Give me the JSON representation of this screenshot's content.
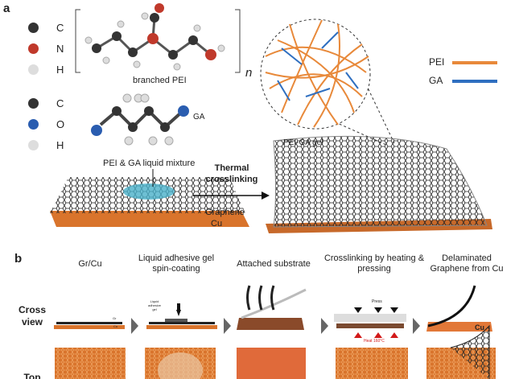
{
  "panel_a": {
    "label": "a",
    "pei_legend": [
      {
        "symbol": "C",
        "color": "#333333"
      },
      {
        "symbol": "N",
        "color": "#c0392b"
      },
      {
        "symbol": "H",
        "color": "#dddddd"
      }
    ],
    "pei_caption": "branched PEI",
    "repeat_index": "n",
    "ga_legend": [
      {
        "symbol": "C",
        "color": "#333333"
      },
      {
        "symbol": "O",
        "color": "#2a5db0"
      },
      {
        "symbol": "H",
        "color": "#dddddd"
      }
    ],
    "ga_caption": "GA",
    "mixture_label": "PEI & GA liquid mixture",
    "graphene_label": "Graphene",
    "cu_label": "Cu",
    "process_label": "Thermal crosslinking",
    "gel_label": "PEI-GA gel",
    "fiber_legend": [
      {
        "name": "PEI",
        "color": "#e8893a"
      },
      {
        "name": "GA",
        "color": "#2f6fc0"
      }
    ]
  },
  "panel_b": {
    "label": "b",
    "steps": [
      "Gr/Cu",
      "Liquid adhesive gel spin-coating",
      "Attached substrate",
      "Crosslinking by heating & pressing",
      "Delaminated Graphene from Cu"
    ],
    "row_labels": [
      "Cross view",
      "Top view"
    ],
    "annotations": {
      "gr": "Gr",
      "cu": "Cu",
      "liquid": "Liquid adhesive gel",
      "press": "Press",
      "heat": "Heat 160°C"
    }
  }
}
